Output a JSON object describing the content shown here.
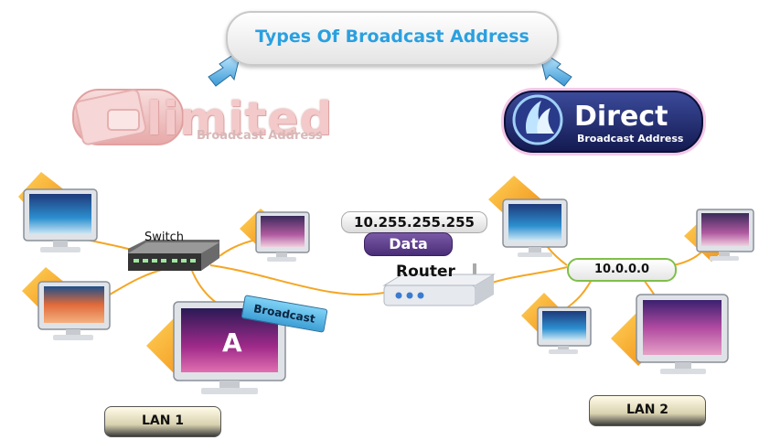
{
  "title": "Types Of Broadcast Address",
  "limited": {
    "word": "limited",
    "subtitle": "Broadcast Address"
  },
  "direct": {
    "word": "Direct",
    "subtitle": "Broadcast Address"
  },
  "packet": {
    "ip": "10.255.255.255",
    "label": "Data"
  },
  "router": {
    "label": "Router"
  },
  "switch": {
    "label": "Switch"
  },
  "broadcast_tag": "Broadcast",
  "host_a": "A",
  "network_address": "10.0.0.0",
  "lan1": "LAN 1",
  "lan2": "LAN 2",
  "colors": {
    "accent": "#2aa0e0",
    "orange": "#f39b1a",
    "link": "#f5a623",
    "direct_bg": "#1c2563",
    "data_bg": "#5a3a8a",
    "green": "#7fbf4a"
  },
  "icons": [
    "down-arrow-icon",
    "sailboat-logo-icon",
    "monitor-icon",
    "switch-icon",
    "router-icon"
  ]
}
